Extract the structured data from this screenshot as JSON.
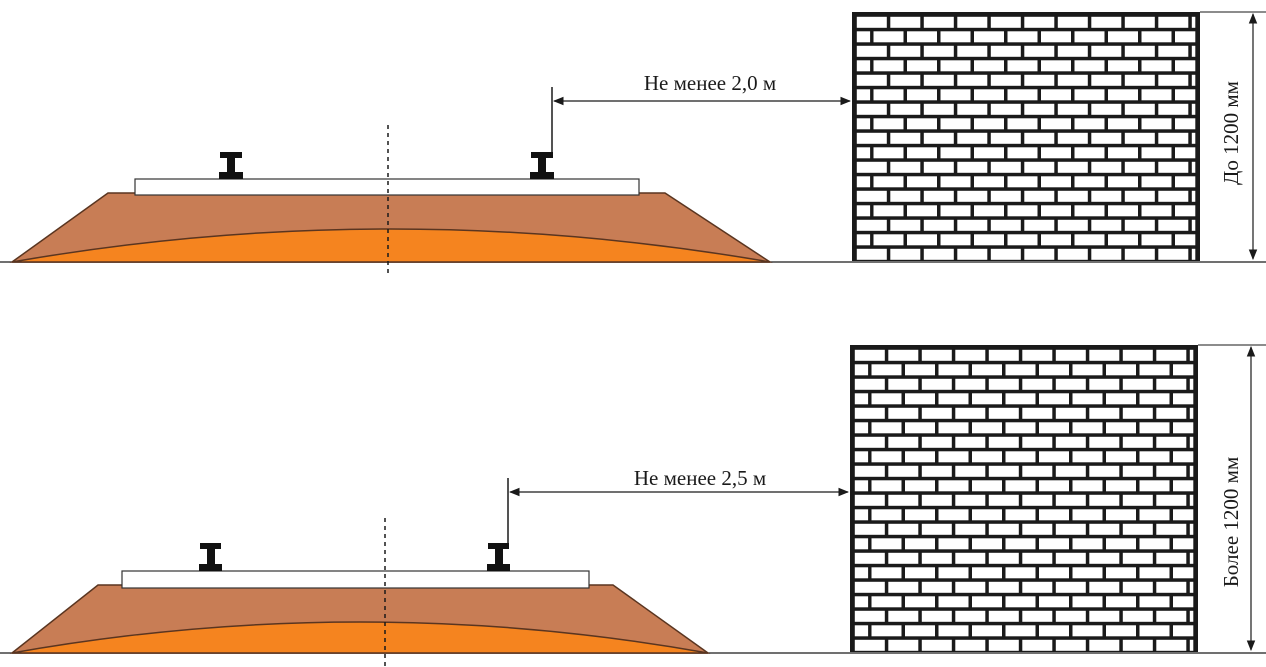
{
  "colors": {
    "background": "#ffffff",
    "embankment": "#c87d55",
    "ballast_core": "#f5841f",
    "sleeper": "#ffffff",
    "rail": "#111111",
    "brick_mortar": "#1a1a1a",
    "brick_face": "#ffffff",
    "line": "#1a1a1a"
  },
  "scenarios": [
    {
      "id": "top",
      "distance_label": "Не менее 2,0 м",
      "height_label": "До 1200 мм"
    },
    {
      "id": "bottom",
      "distance_label": "Не менее 2,5 м",
      "height_label": "Более 1200 мм"
    }
  ]
}
